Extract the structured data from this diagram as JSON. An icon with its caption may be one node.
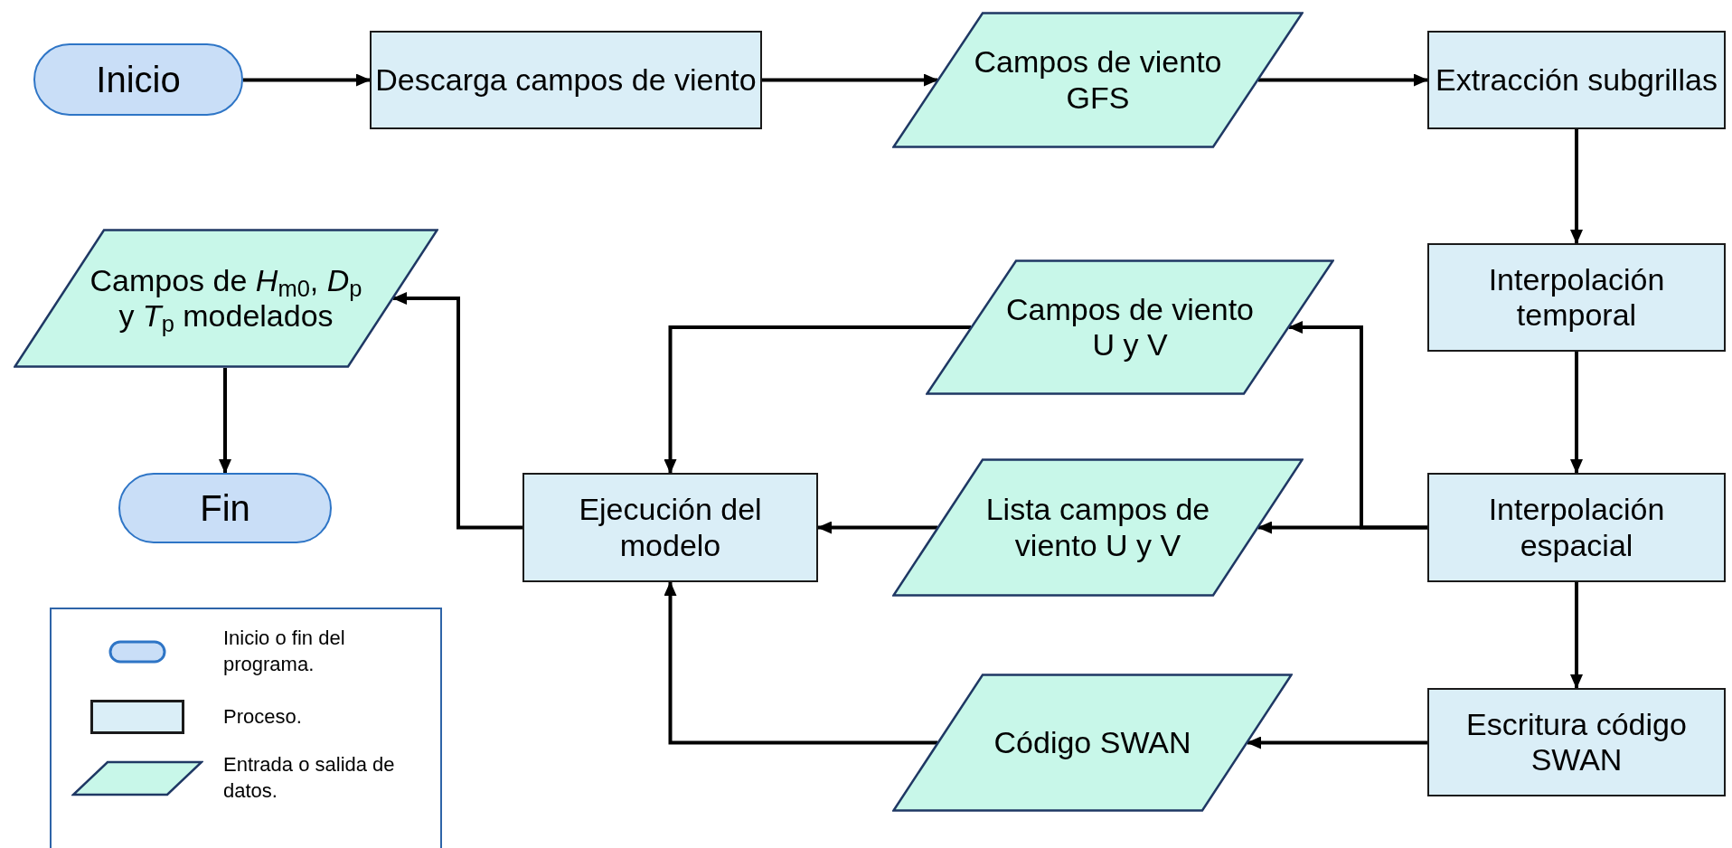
{
  "diagram": {
    "nodes": [
      {
        "text": [
          "Inicio"
        ]
      },
      {
        "text": [
          "Descarga campos de viento"
        ]
      },
      {
        "text": [
          "Campos de viento GFS"
        ]
      },
      {
        "text": [
          "Extracción subgrillas"
        ]
      },
      {
        "text": [
          "Interpolación temporal"
        ]
      },
      {
        "text": [
          "Campos de *H*$_{m0}$, *D*$_{p}$ y *T*$_{p}$ modelados"
        ]
      },
      {
        "text": [
          "Campos de viento U y V"
        ]
      },
      {
        "text": [
          "Fin"
        ]
      },
      {
        "text": [
          "Ejecución del modelo"
        ]
      },
      {
        "text": [
          "Lista campos de viento U y V"
        ]
      },
      {
        "text": [
          "Interpolación espacial"
        ]
      },
      {
        "text": [
          "Código SWAN"
        ]
      },
      {
        "text": [
          "Escritura código SWAN"
        ]
      }
    ],
    "edges": [
      {
        "from": 0,
        "to": 1,
        "arrow": "to"
      },
      {
        "from": 1,
        "to": 2,
        "arrow": "to"
      },
      {
        "from": 2,
        "to": 3,
        "arrow": "to"
      },
      {
        "from": 3,
        "to": 4,
        "arrow": "to"
      },
      {
        "from": 4,
        "to": 10,
        "arrow": "to"
      },
      {
        "from": 10,
        "to": 12,
        "arrow": "to"
      },
      {
        "from": 12,
        "to": 11,
        "arrow": "to"
      },
      {
        "from": 10,
        "to": 9,
        "arrow": "to"
      },
      {
        "from": 10,
        "to": 6,
        "arrow": "to"
      },
      {
        "from": 6,
        "to": 8,
        "arrow": "to"
      },
      {
        "from": 9,
        "to": 8,
        "arrow": "to"
      },
      {
        "from": 11,
        "to": 8,
        "arrow": "to"
      },
      {
        "from": 8,
        "to": 5,
        "arrow": "to"
      },
      {
        "from": 5,
        "to": 7,
        "arrow": "to"
      }
    ],
    "legend": [
      {
        "text": "Inicio o fin del programa."
      },
      {
        "text": "Proceso."
      },
      {
        "text": "Entrada o salida de datos."
      }
    ]
  }
}
